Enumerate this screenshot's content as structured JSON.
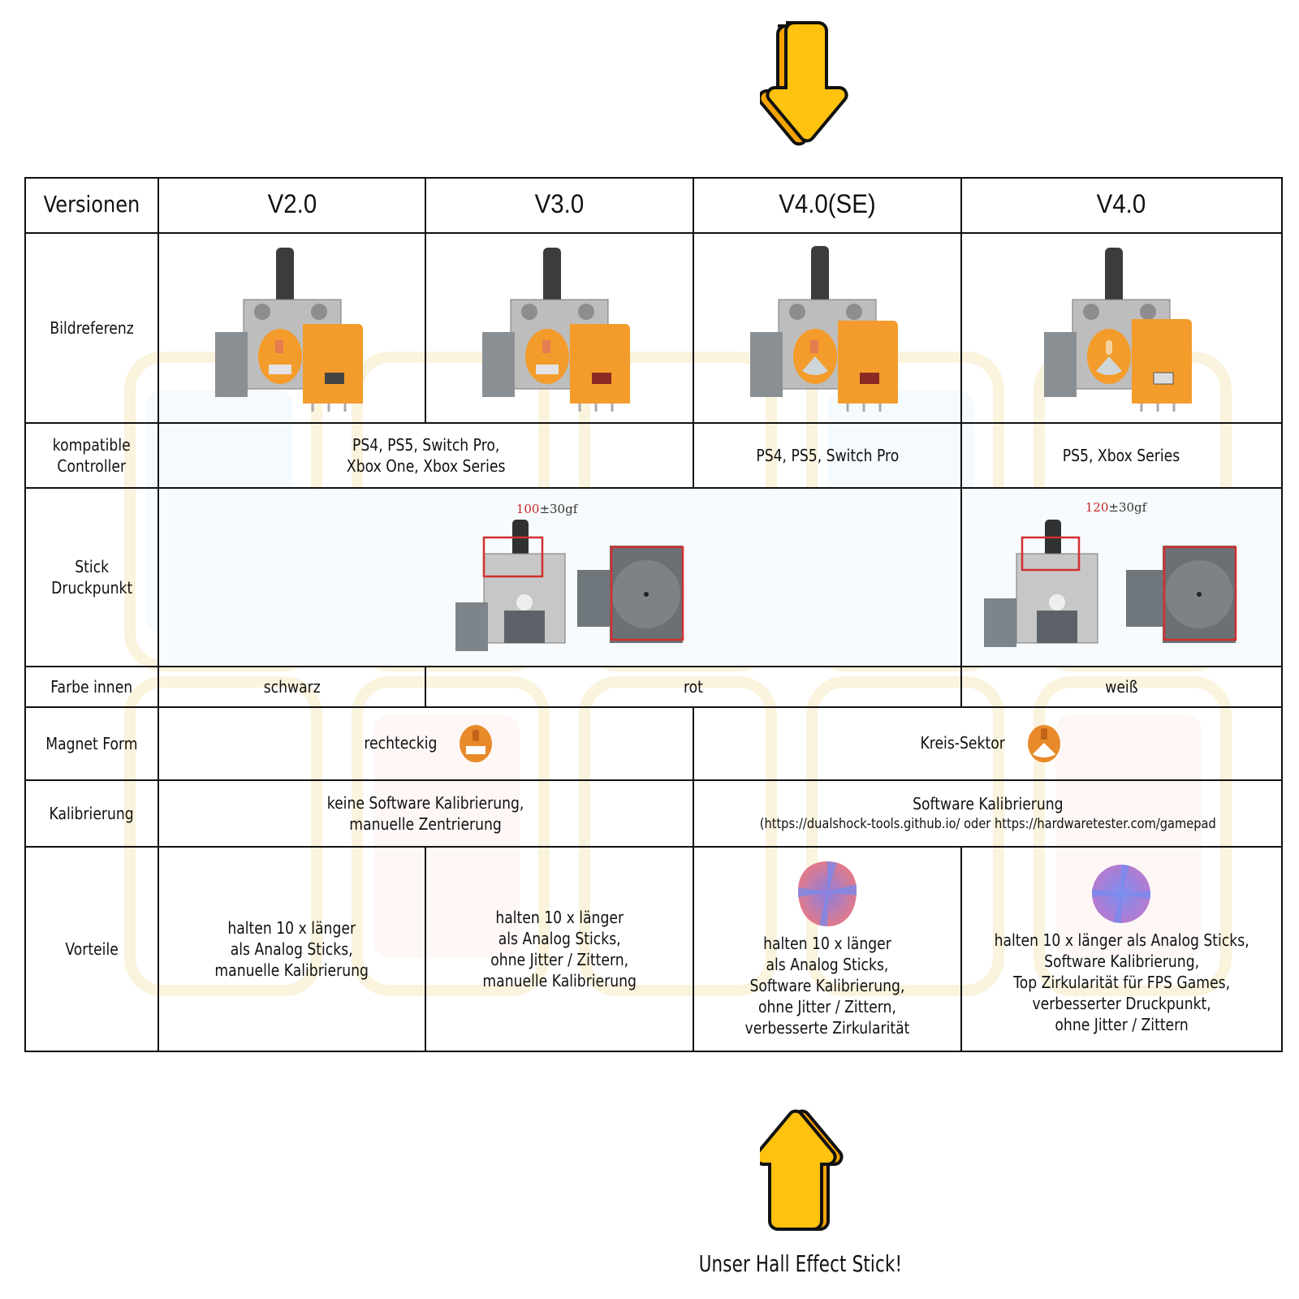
{
  "caption": "Unser Hall Effect Stick!",
  "colors": {
    "arrow_fill": "#FFC20E",
    "arrow_shadow": "#F5A300",
    "magnet_orange": "#E88A2A",
    "highlight_red": "#D32F2F",
    "border": "#111111"
  },
  "table": {
    "header": {
      "label": "Versionen",
      "versions": [
        "V2.0",
        "V3.0",
        "V4.0(SE)",
        "V4.0"
      ]
    },
    "rows": {
      "bildreferenz": {
        "label": "Bildreferenz"
      },
      "kompatibel": {
        "label": "kompatible\nController",
        "v2_v3": "PS4, PS5, Switch Pro,\nXbox One, Xbox Series",
        "v4se": "PS4, PS5, Switch Pro",
        "v4": "PS5, Xbox Series"
      },
      "druckpunkt": {
        "label": "Stick\nDruckpunkt",
        "force_a_value": "100",
        "force_a_tolerance": "±30gf",
        "force_b_value": "120",
        "force_b_tolerance": "±30gf"
      },
      "farbe": {
        "label": "Farbe innen",
        "v2": "schwarz",
        "v3_v4se": "rot",
        "v4": "weiß"
      },
      "magnet": {
        "label": "Magnet Form",
        "v2_v3": "rechteckig",
        "v4se_v4": "Kreis-Sektor"
      },
      "kalibrierung": {
        "label": "Kalibrierung",
        "v2_v3": "keine Software Kalibrierung,\nmanuelle Zentrierung",
        "v4se_v4_title": "Software Kalibrierung",
        "v4se_v4_links": "(https://dualshock-tools.github.io/ oder https://hardwaretester.com/gamepad"
      },
      "vorteile": {
        "label": "Vorteile",
        "v2": "halten 10 x länger\nals Analog Sticks,\nmanuelle Kalibrierung",
        "v3": "halten 10 x länger\nals Analog Sticks,\nohne Jitter / Zittern,\nmanuelle Kalibrierung",
        "v4se": "halten 10 x länger\nals Analog Sticks,\nSoftware Kalibrierung,\nohne Jitter / Zittern,\nverbesserte Zirkularität",
        "v4": "halten 10 x länger als Analog Sticks,\nSoftware Kalibrierung,\nTop Zirkularität für FPS Games,\nverbesserter Druckpunkt,\nohne Jitter / Zittern"
      }
    }
  }
}
